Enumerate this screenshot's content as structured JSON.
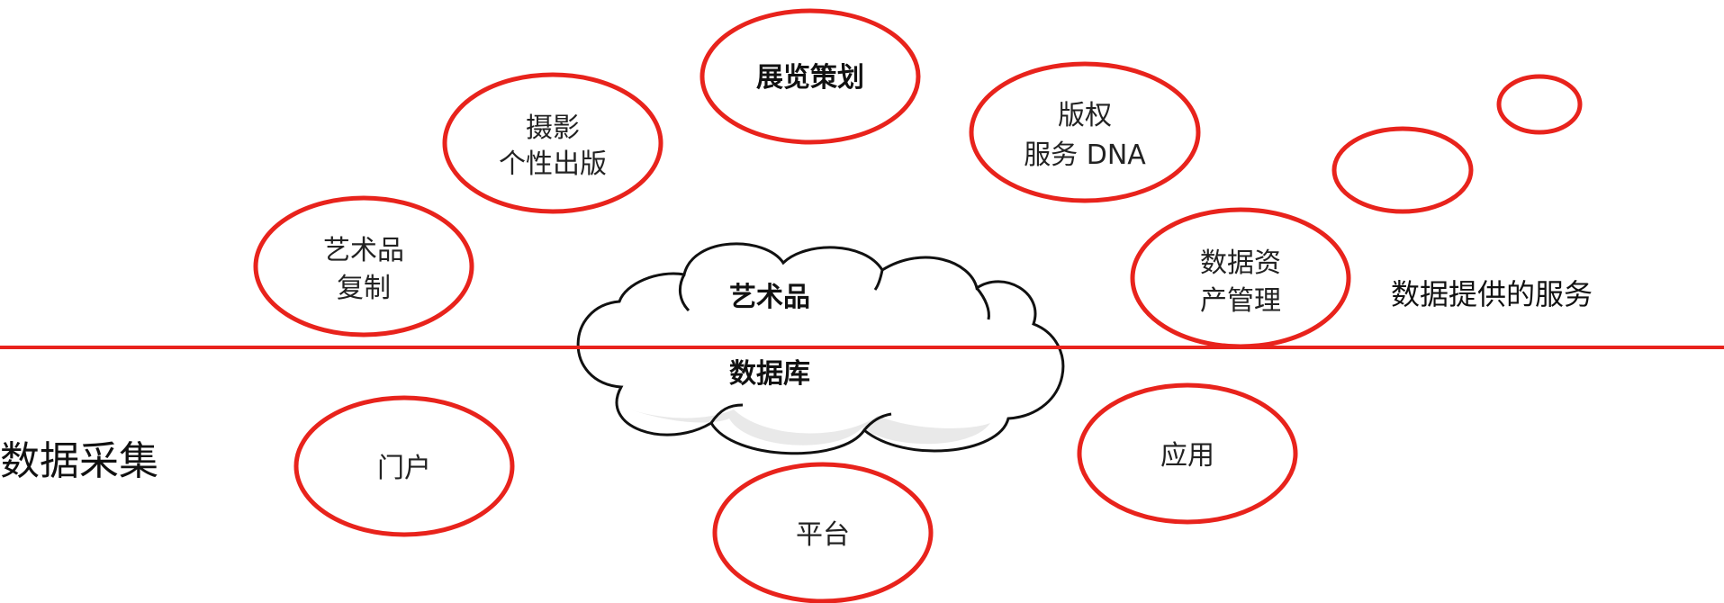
{
  "upper_label": "数据提供的服务",
  "lower_label": "数据采集",
  "cloud": {
    "line1": "艺术品",
    "line2": "数据库"
  },
  "nodes": {
    "exhibition": {
      "line1": "展览策划"
    },
    "photography": {
      "line1": "摄影",
      "line2": "个性出版"
    },
    "art_copy": {
      "line1": "艺术品",
      "line2": "复制"
    },
    "copyright": {
      "line1": "版权",
      "line2": "服务 DNA"
    },
    "data_asset": {
      "line1": "数据资",
      "line2": "产管理"
    },
    "portal": {
      "line1": "门户"
    },
    "platform": {
      "line1": "平台"
    },
    "application": {
      "line1": "应用"
    }
  },
  "colors": {
    "accent": "#e8231c",
    "text": "#111111"
  }
}
